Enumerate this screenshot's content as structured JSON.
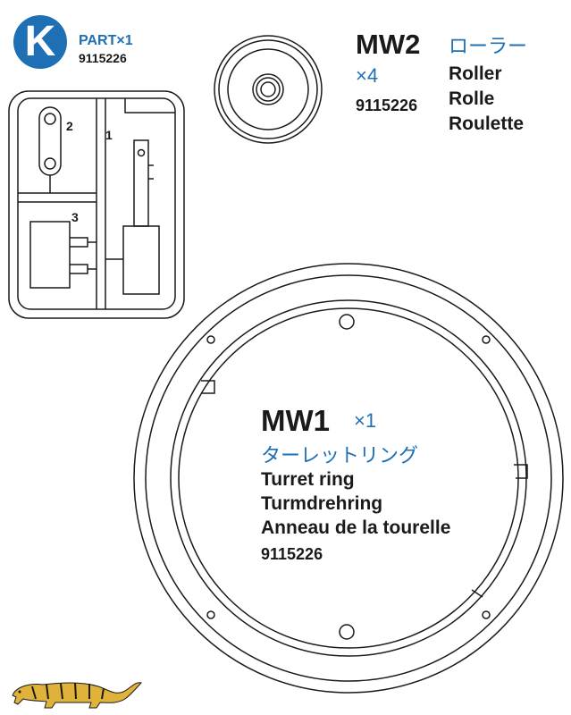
{
  "header": {
    "badge_letter": "K",
    "part_label": "PART×1",
    "part_number": "9115226"
  },
  "sprue": {
    "labels": [
      "1",
      "2",
      "3"
    ]
  },
  "parts": {
    "mw2": {
      "code": "MW2",
      "japanese_name": "ローラー",
      "quantity": "×4",
      "part_number": "9115226",
      "names": [
        "Roller",
        "Rolle",
        "Roulette"
      ]
    },
    "mw1": {
      "code": "MW1",
      "quantity": "×1",
      "japanese_name": "ターレットリング",
      "names": [
        "Turret ring",
        "Turmdrehring",
        "Anneau de la tourelle"
      ],
      "part_number": "9115226"
    }
  },
  "colors": {
    "accent": "#1f6fb4",
    "logo": "#e0b23a"
  },
  "icons": [
    "tiger-logo-icon"
  ]
}
